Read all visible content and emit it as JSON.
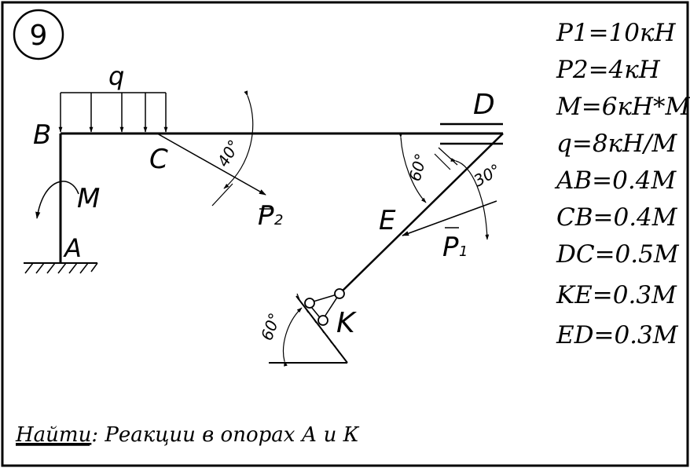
{
  "problem_number": "9",
  "labels": {
    "q": "q",
    "B": "B",
    "C": "C",
    "D": "D",
    "A": "A",
    "M": "M",
    "E": "E",
    "K": "K",
    "P2": "P",
    "P2_sub": "2",
    "P1": "P",
    "P1_sub": "1"
  },
  "angles": {
    "c_angle": "40°",
    "d_angle": "60°",
    "p1_angle": "30°",
    "k_angle": "60°"
  },
  "given": [
    "P1=10кН",
    "P2=4кН",
    "M=6кН*М",
    "q=8кН/М",
    "AB=0.4M",
    "CB=0.4M",
    "DC=0.5M",
    "KE=0.3M",
    "ED=0.3M"
  ],
  "task": {
    "prefix": "Найти",
    "rest": ": Реакции в опорах А и К"
  }
}
